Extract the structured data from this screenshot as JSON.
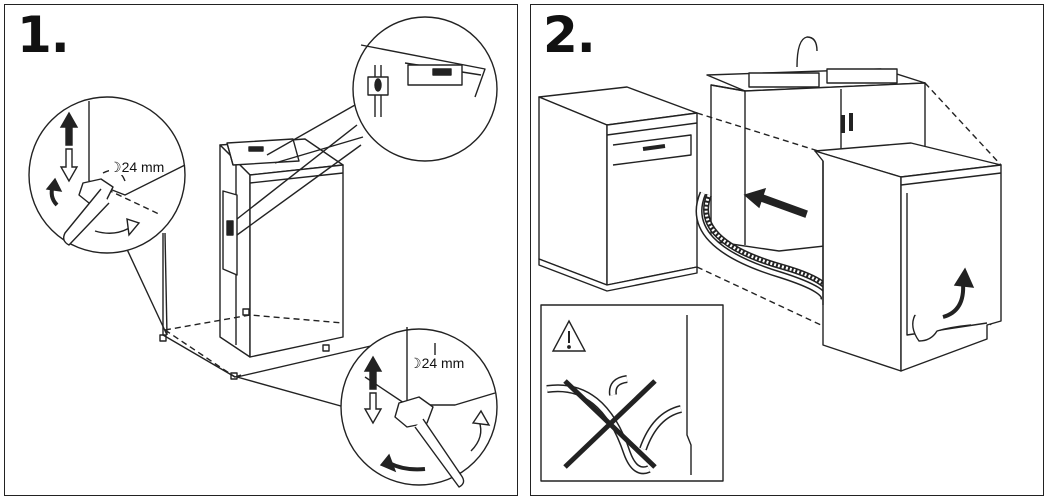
{
  "steps": [
    {
      "number": "1."
    },
    {
      "number": "2."
    }
  ],
  "wrench": {
    "size_upper": "24 mm",
    "size_lower": "24 mm"
  },
  "icons": {
    "warning": "warning-triangle-icon",
    "prohibited": "cross-out-icon",
    "arrow_up": "arrow-up-icon",
    "arrow_down": "arrow-down-icon",
    "rotate": "curved-arrow-icon",
    "push": "arrow-left-icon"
  },
  "colors": {
    "line": "#222222",
    "background": "#ffffff"
  }
}
